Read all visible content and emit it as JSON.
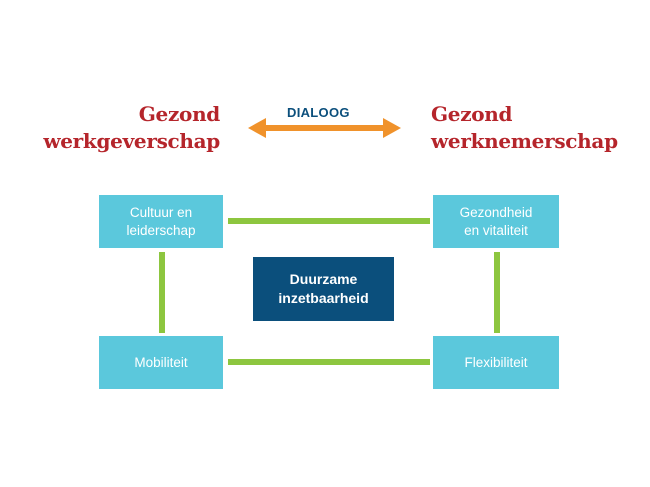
{
  "header": {
    "left_title": "Gezond werkgeverschap",
    "right_title": "Gezond werknemerschap",
    "dialog_label": "DIALOOG"
  },
  "boxes": {
    "top_left": "Cultuur en leiderschap",
    "top_right": "Gezondheid en vitaliteit",
    "bottom_left": "Mobiliteit",
    "bottom_right": "Flexibiliteit"
  },
  "center": "Duurzame inzetbaarheid",
  "colors": {
    "title": "#b5252b",
    "box": "#5bc8dc",
    "center": "#0b4f7c",
    "connector": "#8dc63f",
    "arrow": "#f0922b"
  }
}
